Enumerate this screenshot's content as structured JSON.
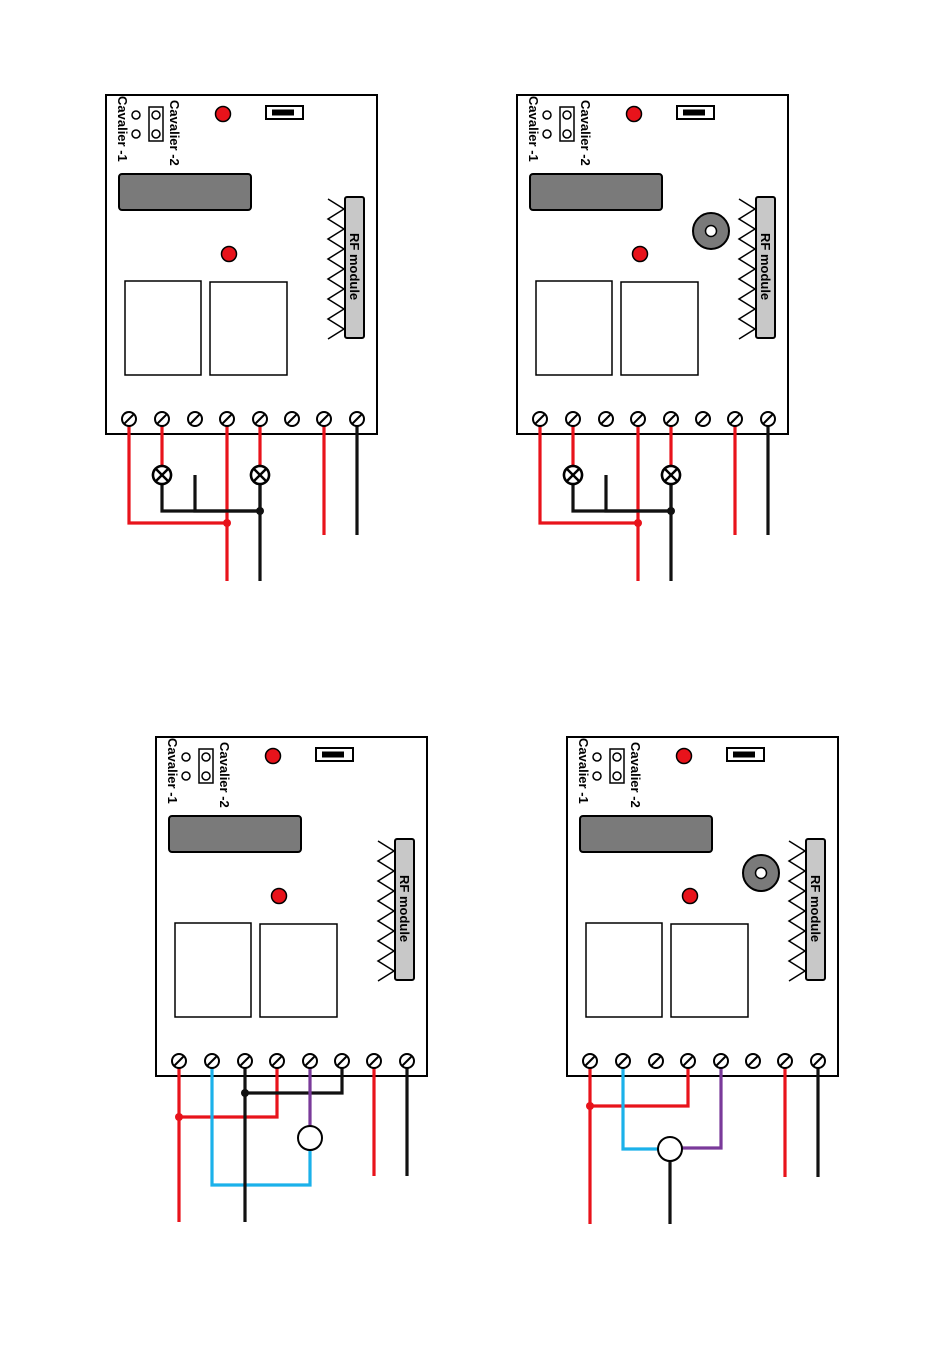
{
  "labels": {
    "jumper1": "Cavalier -1",
    "jumper2": "Cavalier -2",
    "rf_module": "RF module"
  },
  "colors": {
    "red": "#e8131b",
    "black": "#111111",
    "blue": "#1bb1ea",
    "purple": "#7a3a9a",
    "relay_block": "#7a7a7a",
    "rf_module": "#c8c8c8",
    "led": "#e8131b"
  },
  "icons": {
    "lamp": "lamp-cross-icon",
    "motor": "motor-circle-icon",
    "buzzer": "buzzer-icon",
    "led": "led-icon",
    "switch": "dip-switch-icon",
    "terminal": "screw-terminal-icon"
  },
  "boards": [
    {
      "id": "top-left",
      "buzzer": false,
      "load": "lamps"
    },
    {
      "id": "top-right",
      "buzzer": true,
      "load": "lamps"
    },
    {
      "id": "bottom-left",
      "buzzer": false,
      "load": "motor"
    },
    {
      "id": "bottom-right",
      "buzzer": true,
      "load": "motor"
    }
  ]
}
